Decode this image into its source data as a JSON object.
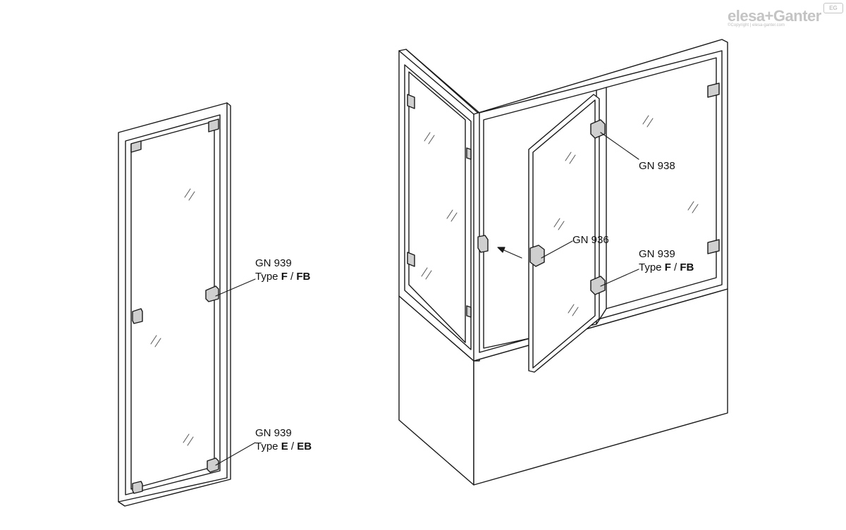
{
  "logo": {
    "brand": "elesa+Ganter",
    "badge": "EG",
    "copyright": "©Copyright | elesa-ganter.com"
  },
  "callouts": {
    "left_upper": {
      "code": "GN 939",
      "prefix": "Type ",
      "a": "F",
      "sep": " / ",
      "b": "FB"
    },
    "left_lower": {
      "code": "GN 939",
      "prefix": "Type ",
      "a": "E",
      "sep": " / ",
      "b": "EB"
    },
    "gn938": {
      "code": "GN 938"
    },
    "gn936": {
      "code": "GN 936"
    },
    "right_939": {
      "code": "GN 939",
      "prefix": "Type ",
      "a": "F",
      "sep": " / ",
      "b": "FB"
    }
  },
  "colors": {
    "line": "#1a1a1a",
    "hardware": "#cfcfcf",
    "glass_hatch": "#555555",
    "logo": "#c4c4c4"
  }
}
